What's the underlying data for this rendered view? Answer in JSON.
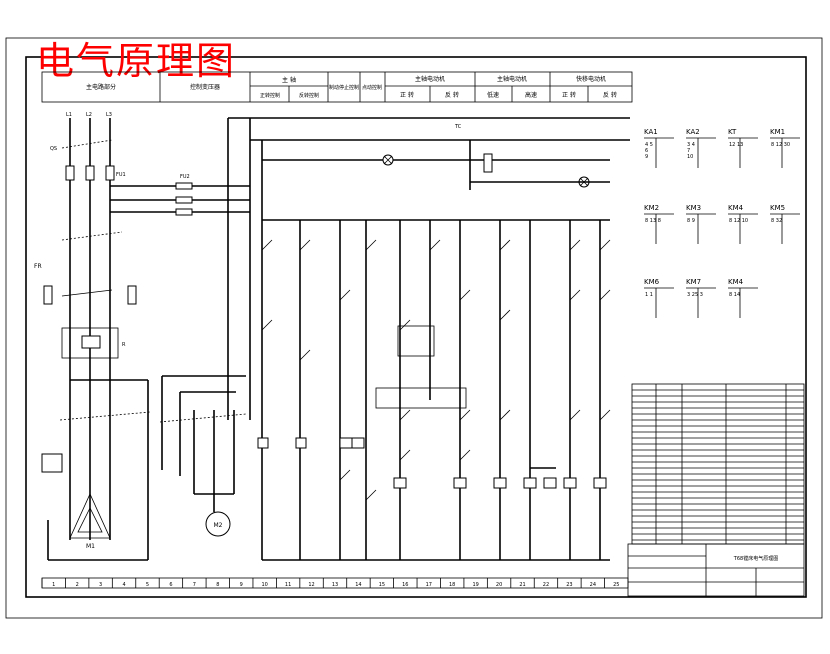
{
  "title": "电气原理图",
  "title_color": "#ff0000",
  "header": {
    "main_circuit": "主电路部分",
    "control_transformer": "控制变压器",
    "spindle": "主 轴",
    "spindle_forward": "正转控制",
    "spindle_reverse": "反转控制",
    "spindle_brake": "制动停止控制",
    "spindle_jog": "点动控制",
    "feed_motor": "主轴电动机",
    "feed_left": "正 转",
    "feed_right": "反 转",
    "speed_motor": "主轴电动机",
    "speed_low": "低速",
    "speed_high": "高速",
    "rapid_motor": "快移电动机",
    "rapid_fwd": "正 转",
    "rapid_rev": "反 转"
  },
  "contact_table": [
    {
      "coil": "KA1",
      "rows": [
        "4  5",
        "6",
        "9"
      ]
    },
    {
      "coil": "KA2",
      "rows": [
        "3  4",
        "7",
        "10"
      ]
    },
    {
      "coil": "KT",
      "rows": [
        "12  13"
      ]
    },
    {
      "coil": "KM1",
      "rows": [
        "8  12  30"
      ]
    },
    {
      "coil": "KM2",
      "rows": [
        "8  13  8"
      ]
    },
    {
      "coil": "KM3",
      "rows": [
        "8  9"
      ]
    },
    {
      "coil": "KM4",
      "rows": [
        "8  12  10"
      ]
    },
    {
      "coil": "KM5",
      "rows": [
        "8  32"
      ]
    },
    {
      "coil": "KM6",
      "rows": [
        "1  1"
      ]
    },
    {
      "coil": "KM7",
      "rows": [
        "3  25  3"
      ]
    },
    {
      "coil": "KM4",
      "rows": [
        "8  14"
      ]
    }
  ],
  "labels": {
    "motor_m1": "M1",
    "motor_m2": "M2",
    "transformer": "TC",
    "fu1": "FU1",
    "fu2": "FU2",
    "qs": "QS",
    "fr": "FR"
  },
  "bottom_strip": [
    "1",
    "2",
    "3",
    "4",
    "5",
    "6",
    "7",
    "8",
    "9",
    "10",
    "11",
    "12",
    "13",
    "14",
    "15",
    "16",
    "17",
    "18",
    "19",
    "20",
    "21",
    "22",
    "23",
    "24",
    "25"
  ],
  "title_block": {
    "drawing_name": "T68镗床电气原理图"
  }
}
